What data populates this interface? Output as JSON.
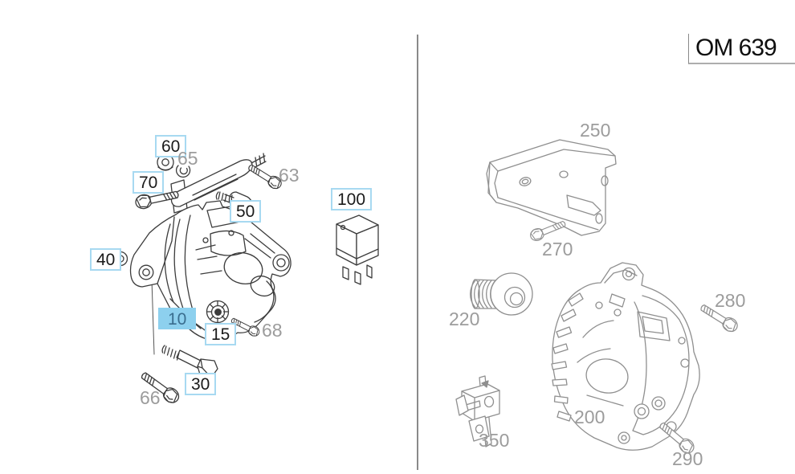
{
  "header": {
    "engine_code": "OM 639"
  },
  "colors": {
    "selected_callout_bg": "#8dd0ee",
    "selected_callout_text": "#3a6d8e",
    "callout_box_border": "#a7d9f1",
    "plain_callout_text": "#9c9c9c",
    "left_lineart": "#3c3c3c",
    "right_lineart": "#8f8f8f",
    "divider": "#8a8a8a"
  },
  "panels": {
    "left": {
      "callouts": [
        {
          "ref": "60",
          "style": "boxed"
        },
        {
          "ref": "65",
          "style": "plain"
        },
        {
          "ref": "70",
          "style": "boxed"
        },
        {
          "ref": "63",
          "style": "plain"
        },
        {
          "ref": "50",
          "style": "boxed"
        },
        {
          "ref": "100",
          "style": "boxed"
        },
        {
          "ref": "40",
          "style": "boxed"
        },
        {
          "ref": "10",
          "style": "selected"
        },
        {
          "ref": "15",
          "style": "boxed"
        },
        {
          "ref": "68",
          "style": "plain"
        },
        {
          "ref": "30",
          "style": "boxed"
        },
        {
          "ref": "66",
          "style": "plain"
        }
      ]
    },
    "right": {
      "callouts": [
        {
          "ref": "250",
          "style": "plain"
        },
        {
          "ref": "270",
          "style": "plain"
        },
        {
          "ref": "220",
          "style": "plain"
        },
        {
          "ref": "280",
          "style": "plain"
        },
        {
          "ref": "200",
          "style": "plain"
        },
        {
          "ref": "350",
          "style": "plain"
        },
        {
          "ref": "290",
          "style": "plain"
        }
      ]
    }
  }
}
